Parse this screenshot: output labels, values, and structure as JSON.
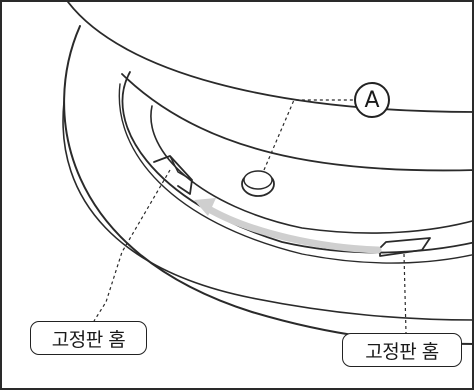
{
  "callouts": {
    "left_label": "고정판 홈",
    "right_label": "고정판 홈"
  },
  "marker": {
    "letter": "A"
  },
  "colors": {
    "line": "#2a2a2a",
    "arrow": "#cfcfcf",
    "background": "#ffffff"
  }
}
